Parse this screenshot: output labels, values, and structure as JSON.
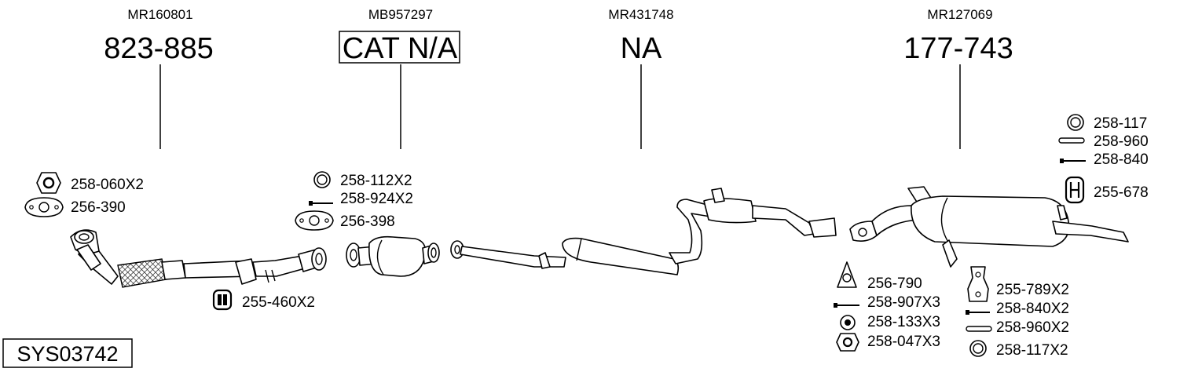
{
  "diagram": {
    "system_code": "SYS03742",
    "sections": [
      {
        "oem": "MR160801",
        "part_number": "823-885",
        "boxed": false
      },
      {
        "oem": "MB957297",
        "part_number": "CAT N/A",
        "boxed": true
      },
      {
        "oem": "MR431748",
        "part_number": "NA",
        "boxed": false
      },
      {
        "oem": "MR127069",
        "part_number": "177-743",
        "boxed": false
      }
    ],
    "hardware": {
      "front_pipe": [
        {
          "icon": "nut-icon",
          "label": "258-060X2"
        },
        {
          "icon": "gasket-icon",
          "label": "256-390"
        },
        {
          "icon": "rubber-mount-icon",
          "label": "255-460X2"
        }
      ],
      "catalyst": [
        {
          "icon": "ring-icon",
          "label": "258-112X2"
        },
        {
          "icon": "bolt-icon",
          "label": "258-924X2"
        },
        {
          "icon": "gasket-icon",
          "label": "256-398"
        }
      ],
      "rear_top": [
        {
          "icon": "ring-icon",
          "label": "258-117"
        },
        {
          "icon": "sleeve-icon",
          "label": "258-960"
        },
        {
          "icon": "bolt-icon",
          "label": "258-840"
        },
        {
          "icon": "hanger-icon",
          "label": "255-678"
        }
      ],
      "rear_bottom_left": [
        {
          "icon": "gasket-icon",
          "label": "256-790"
        },
        {
          "icon": "bolt-icon",
          "label": "258-907X3"
        },
        {
          "icon": "ring-icon",
          "label": "258-133X3"
        },
        {
          "icon": "nut-icon",
          "label": "258-047X3"
        }
      ],
      "rear_bottom_right": [
        {
          "icon": "rubber-mount-icon",
          "label": "255-789X2"
        },
        {
          "icon": "bolt-icon",
          "label": "258-840X2"
        },
        {
          "icon": "sleeve-icon",
          "label": "258-960X2"
        },
        {
          "icon": "ring-icon",
          "label": "258-117X2"
        }
      ]
    }
  }
}
